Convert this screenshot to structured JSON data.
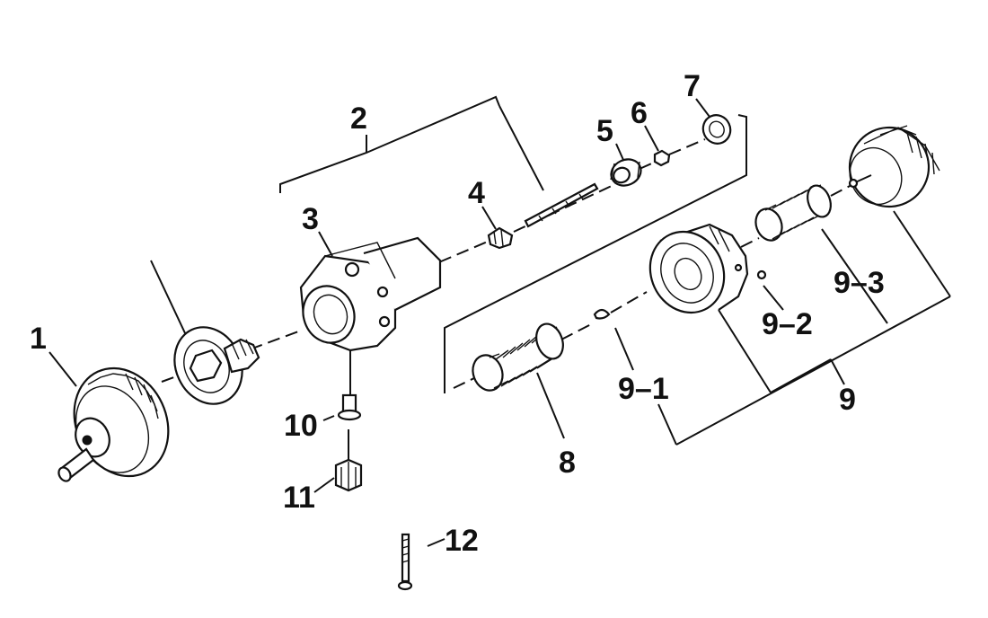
{
  "labels": {
    "p1": "1",
    "p2": "2",
    "p3": "3",
    "p4": "4",
    "p5": "5",
    "p6": "6",
    "p7": "7",
    "p8": "8",
    "p9": "9",
    "p9_1": "9–1",
    "p9_2": "9–2",
    "p9_3": "9–3",
    "p10": "10",
    "p11": "11",
    "p12": "12"
  }
}
